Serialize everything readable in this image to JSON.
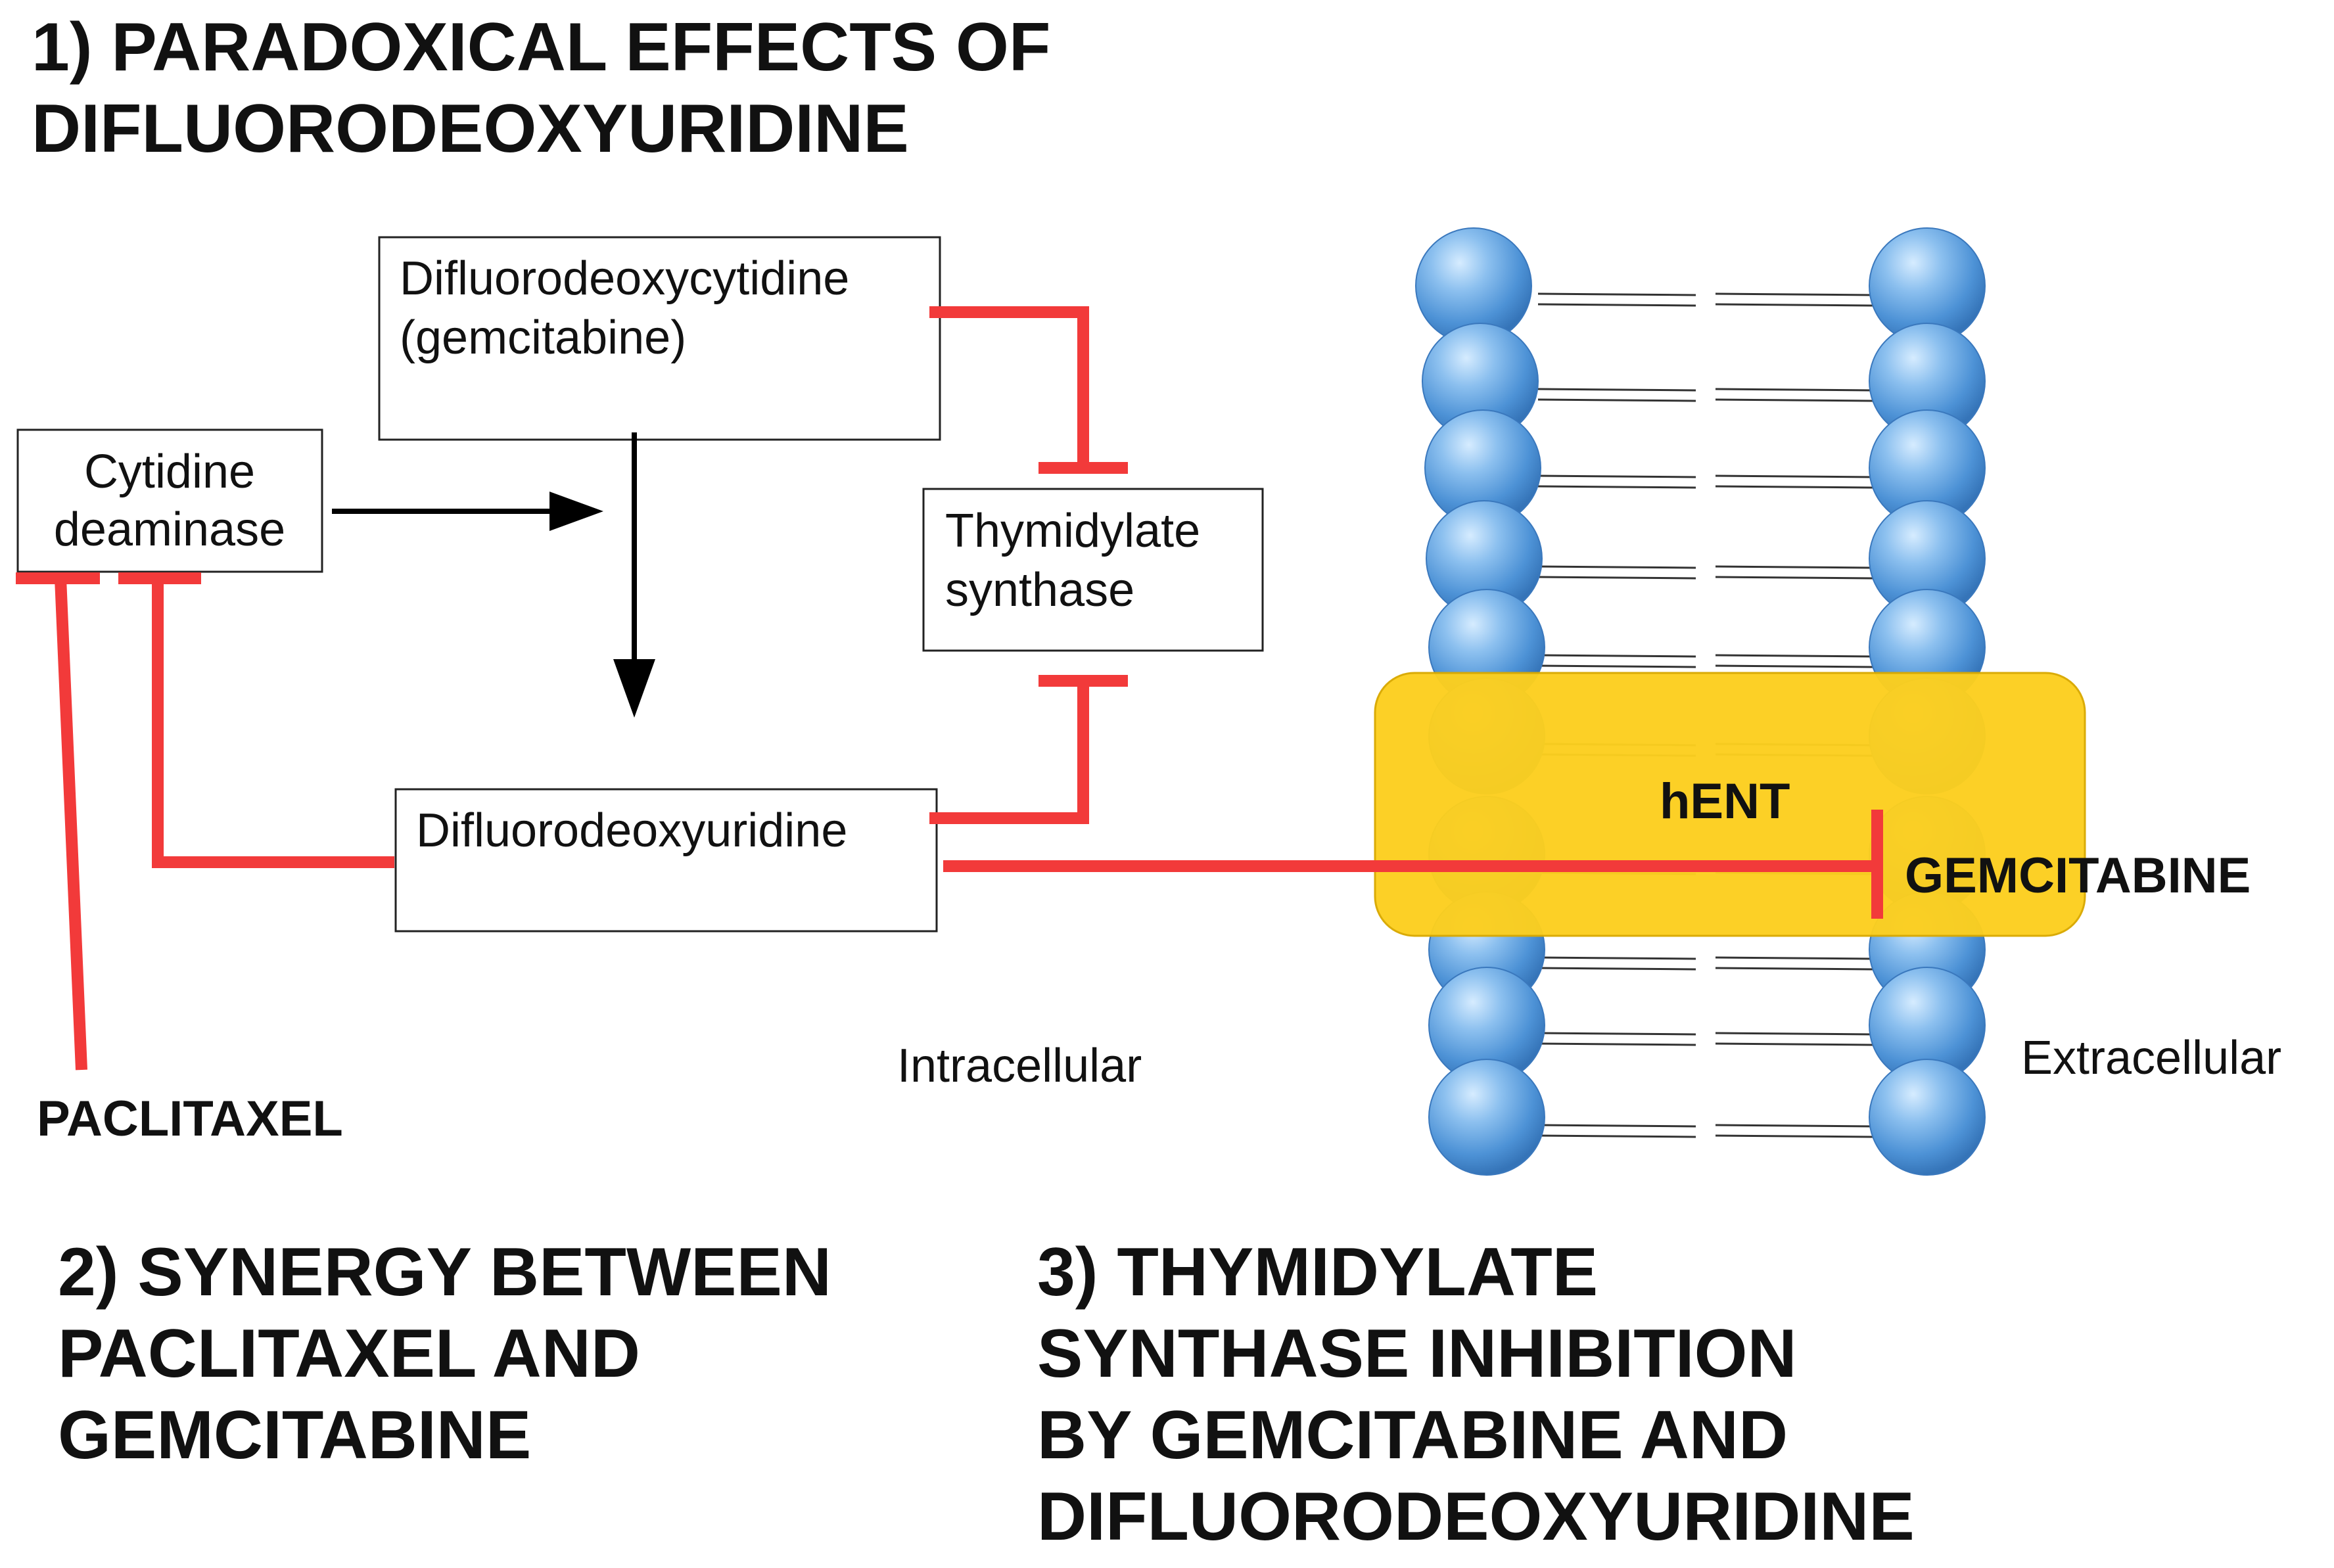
{
  "headings": {
    "h1": "1) PARADOXICAL EFFECTS OF\nDIFLUORODEOXYURIDINE",
    "h2": "2) SYNERGY BETWEEN\nPACLITAXEL AND\nGEMCITABINE",
    "h3": "3) THYMIDYLATE\nSYNTHASE INHIBITION\nBY GEMCITABINE AND\nDIFLUORODEOXYURIDINE"
  },
  "nodes": {
    "gemcitabine": {
      "line1": "Difluorodeoxycytidine",
      "line2": "(gemcitabine)"
    },
    "cytidine_deaminase": {
      "line1": "Cytidine",
      "line2": "deaminase"
    },
    "thymidylate_synthase": {
      "line1": "Thymidylate",
      "line2": "synthase"
    },
    "dfdu": {
      "line1": "Difluorodeoxyuridine"
    }
  },
  "labels": {
    "paclitaxel": "PACLITAXEL",
    "intracellular": "Intracellular",
    "extracellular": "Extracellular",
    "hent": "hENT",
    "gemcitabine_ext": "GEMCITABINE"
  },
  "colors": {
    "inhibition": "#f23a3a",
    "transporter": "#fccf1f",
    "lipid_head": "#4d92d6",
    "arrow": "#000000"
  }
}
